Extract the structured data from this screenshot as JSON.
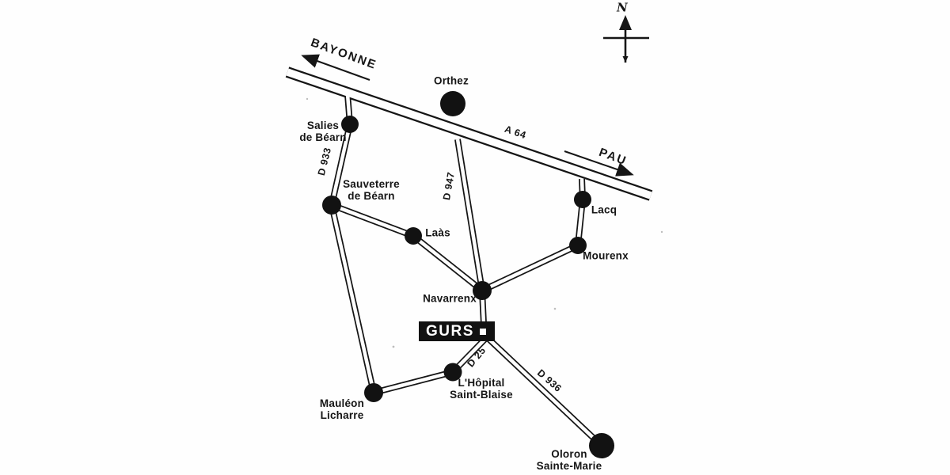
{
  "compass": {
    "label": "N"
  },
  "directions": [
    {
      "id": "bayonne",
      "label": "BAYONNE"
    },
    {
      "id": "pau",
      "label": "PAU"
    }
  ],
  "roads": [
    {
      "id": "a64",
      "label": "A 64"
    },
    {
      "id": "d933",
      "label": "D 933"
    },
    {
      "id": "d947",
      "label": "D 947"
    },
    {
      "id": "d25",
      "label": "D 25"
    },
    {
      "id": "d936",
      "label": "D 936"
    }
  ],
  "camp": {
    "label": "GURS"
  },
  "towns": [
    {
      "id": "orthez",
      "label": "Orthez"
    },
    {
      "id": "salies-de-bearn",
      "label": "Salies\nde Béarn"
    },
    {
      "id": "sauveterre-de-bearn",
      "label": "Sauveterre\nde Béarn"
    },
    {
      "id": "laas",
      "label": "Laàs"
    },
    {
      "id": "navarrenx",
      "label": "Navarrenx"
    },
    {
      "id": "lacq",
      "label": "Lacq"
    },
    {
      "id": "mourenx",
      "label": "Mourenx"
    },
    {
      "id": "lhopital-saint-blaise",
      "label": "L'Hôpital\nSaint-Blaise"
    },
    {
      "id": "mauleon-licharre",
      "label": "Mauléon\nLicharre"
    },
    {
      "id": "oloron-sainte-marie",
      "label": "Oloron\nSainte-Marie"
    }
  ]
}
